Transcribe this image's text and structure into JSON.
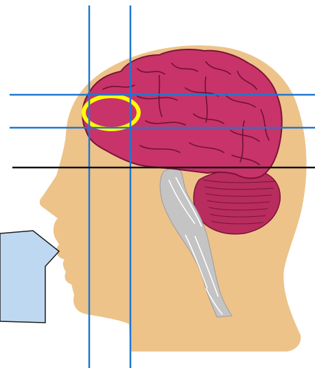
{
  "colors": {
    "background": "#ffffff",
    "head": "#EDC38A",
    "brain": "#C8336A",
    "brain_outline": "#7A1434",
    "brain_folds": "#6E1230",
    "cerebellum": "#B82C5E",
    "brainstem": "#C4C4C4",
    "brainstem_detail": "#FFFFFF",
    "highlight_ring": "#FFFF00",
    "reference_line_blue": "#1F77D0",
    "reference_line_black": "#111111",
    "callout_fill": "#BFD8F2",
    "callout_border": "#1A1A1A"
  },
  "figure": {
    "subject": "head-profile",
    "highlighted_region": "frontal-lobe",
    "reference_lines": {
      "vertical_blue": 2,
      "horizontal_blue": 2,
      "horizontal_black": 1
    },
    "callout_text": ""
  }
}
